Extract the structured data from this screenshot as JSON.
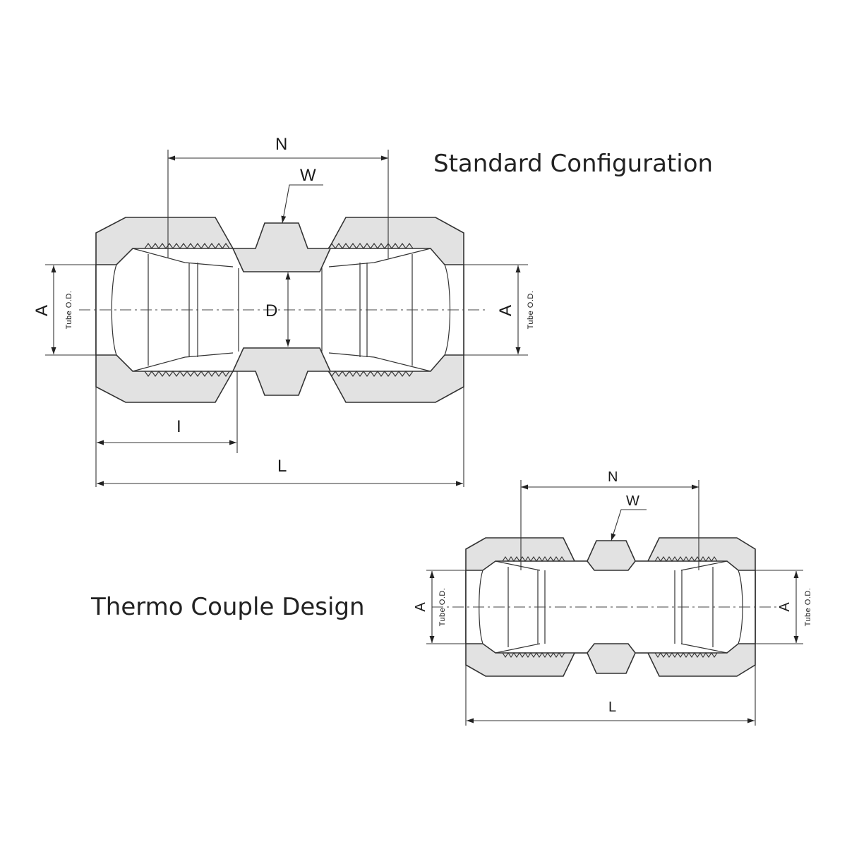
{
  "captions": {
    "standard": "Standard Configuration",
    "thermo": "Thermo Couple Design"
  },
  "standard": {
    "dim_N": "N",
    "dim_W": "W",
    "dim_D": "D",
    "dim_A_left": "A",
    "dim_A_right": "A",
    "tube_od_left": "Tube O.D.",
    "tube_od_right": "Tube O.D.",
    "dim_I": "I",
    "dim_L": "L"
  },
  "thermo": {
    "dim_N": "N",
    "dim_W": "W",
    "dim_A_left": "A",
    "dim_A_right": "A",
    "tube_od_left": "Tube O.D.",
    "tube_od_right": "Tube O.D.",
    "dim_L": "L"
  }
}
